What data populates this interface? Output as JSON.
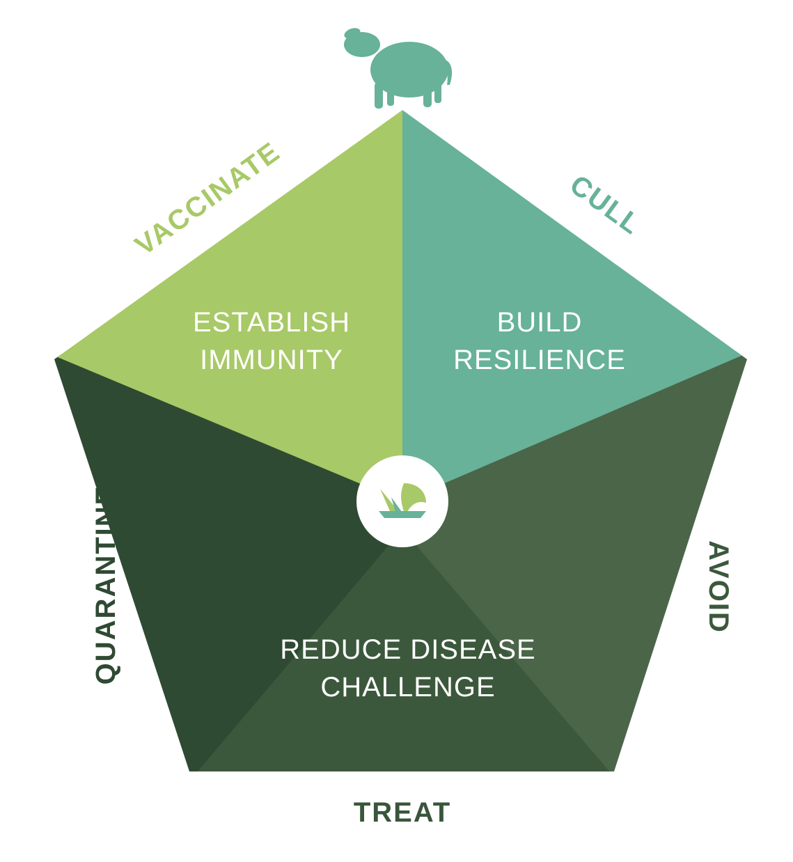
{
  "colors": {
    "light_green": "#a8c967",
    "teal": "#67b299",
    "dark_green_left": "#2f4a33",
    "mid_green_right": "#4b6549",
    "bottom_green": "#3c583c",
    "quarantine_text": "#2f4a33",
    "treat_text": "#3a553b",
    "avoid_text": "#3c583c"
  },
  "icons": {
    "top": "sheep-icon",
    "center": "leaf-logo-icon"
  },
  "segments": {
    "immunity": {
      "line1": "ESTABLISH",
      "line2": "IMMUNITY"
    },
    "resilience": {
      "line1": "BUILD",
      "line2": "RESILIENCE"
    },
    "challenge": {
      "line1": "REDUCE DISEASE",
      "line2": "CHALLENGE"
    }
  },
  "edges": {
    "vaccinate": "VACCINATE",
    "cull": "CULL",
    "avoid": "AVOID",
    "treat": "TREAT",
    "quarantine": "QUARANTINE"
  }
}
